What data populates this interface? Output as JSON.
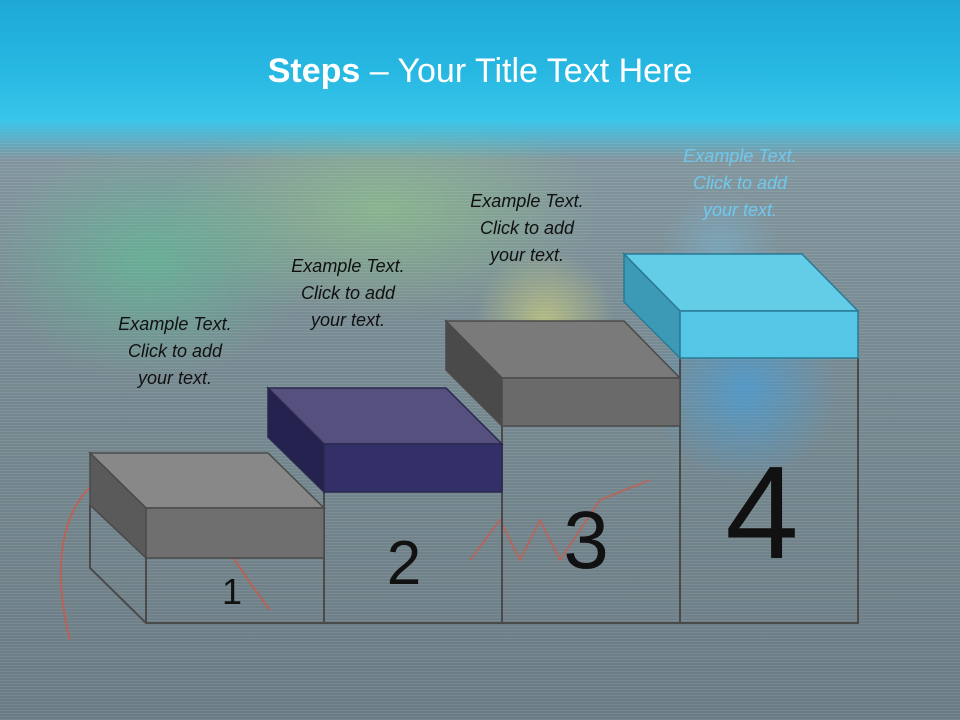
{
  "slide": {
    "title_bold": "Steps",
    "title_rest": " – Your Title Text Here",
    "steps": [
      {
        "number": "1",
        "lines": [
          "Example Text.",
          "Click  to add",
          "your text."
        ]
      },
      {
        "number": "2",
        "lines": [
          "Example Text.",
          "Click  to add",
          "your text."
        ]
      },
      {
        "number": "3",
        "lines": [
          "Example Text.",
          "Click  to add",
          "your text."
        ]
      },
      {
        "number": "4",
        "lines": [
          "Example Text.",
          "Click  to add",
          "your text."
        ]
      }
    ]
  },
  "colors": {
    "header": "#27b8e2",
    "block_1": "#7a7a7a",
    "block_2": "#3a3670",
    "block_3": "#6e6e6e",
    "block_4": "#5fcde8",
    "outline": "#4a4a4a"
  }
}
